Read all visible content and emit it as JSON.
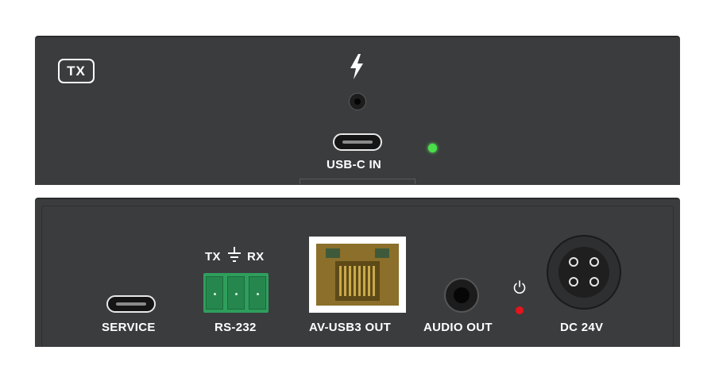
{
  "top_panel": {
    "badge": "TX",
    "usb_c_label": "USB-C IN",
    "icons": [
      "bolt-icon",
      "audio-jack-icon",
      "usb-c-port-icon",
      "status-led-icon"
    ],
    "led_color": "#4be04b"
  },
  "bottom_panel": {
    "service_label": "SERVICE",
    "rs232": {
      "tx": "TX",
      "rx": "RX",
      "label": "RS-232",
      "terminal_color": "#2e9e5c"
    },
    "av_usb_label": "AV-USB3 OUT",
    "audio_label": "AUDIO OUT",
    "dc_label": "DC 24V",
    "power_led_color": "#e5141c",
    "icons": [
      "usb-c-port-icon",
      "ground-icon",
      "rj45-port-icon",
      "audio-jack-icon",
      "power-icon",
      "dc-connector-icon"
    ]
  },
  "colors": {
    "panel": "#3b3c3e",
    "text": "#ffffff"
  }
}
